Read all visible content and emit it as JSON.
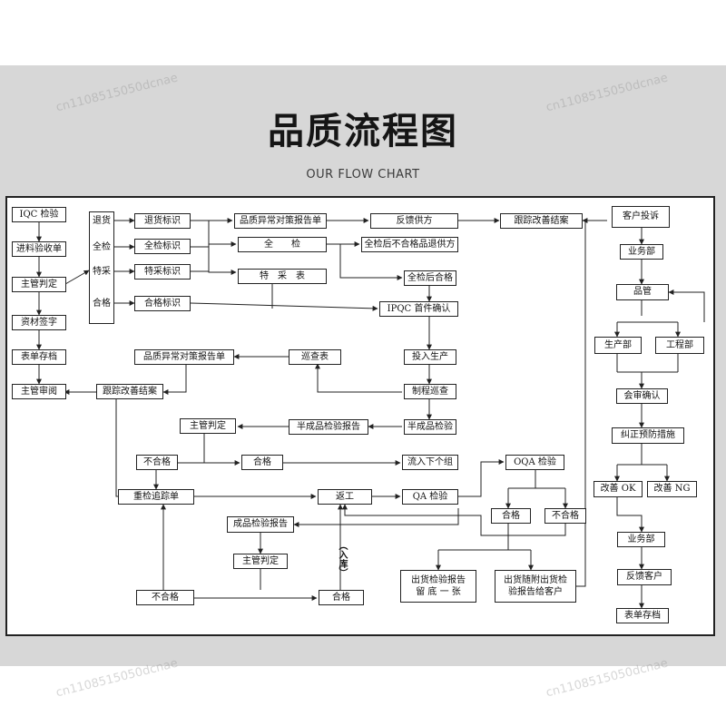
{
  "header": {
    "title": "品质流程图",
    "subtitle": "OUR FLOW CHART"
  },
  "watermark": "cn1108515050dcnae",
  "nodes": {
    "iqc": "IQC 检验",
    "receipt": "进料验收单",
    "supervisor_judge": "主管判定",
    "material_sign": "资材签字",
    "form_archive": "表单存档",
    "supervisor_review": "主管审阅",
    "cat_return": "退货",
    "cat_full": "全检",
    "cat_special": "特采",
    "cat_pass": "合格",
    "label_return": "退货标识",
    "label_full": "全检标识",
    "label_special": "特采标识",
    "label_pass": "合格标识",
    "anomaly_report": "品质异常对策报告单",
    "feedback_supplier": "反馈供方",
    "track_result": "跟踪改善结案",
    "full_inspection": "全　　检",
    "return_nonconforming": "全检后不合格品退供方",
    "special_form": "特　采　表",
    "pass_after_full": "全检后合格",
    "ipqc_first": "IPQC 首件确认",
    "put_production": "投入生产",
    "anomaly_report_2": "品质异常对策报告单",
    "patrol_sheet": "巡查表",
    "track_result_2": "跟踪改善结案",
    "process_patrol": "制程巡查",
    "semi_report": "半成品检验报告",
    "semi_inspection": "半成品检验",
    "supervisor_judge_2": "主管判定",
    "fail_1": "不合格",
    "pass_1": "合格",
    "next_group": "流入下个组",
    "reinspect_track": "重检追踪单",
    "rework": "返工",
    "qa_inspection": "QA 检验",
    "oqa": "OQA 检验",
    "oqa_pass": "合格",
    "oqa_fail": "不合格",
    "finished_report": "成品检验报告",
    "supervisor_judge_3": "主管判定",
    "fail_2": "不合格",
    "pass_2": "合格",
    "storage": "（入库）",
    "ship_report_1": "出货检验报告",
    "ship_report_2": "留 底 一 张",
    "ship_with_1": "出货随附出货检",
    "ship_with_2": "验报告给客户",
    "customer_complaint": "客户投诉",
    "sales_1": "业务部",
    "qc_mgmt": "品管",
    "production_dept": "生产部",
    "engineering_dept": "工程部",
    "joint_review": "会审确认",
    "corrective": "纠正预防措施",
    "improve_ok": "改善 OK",
    "improve_ng": "改善 NG",
    "sales_2": "业务部",
    "feedback_customer": "反馈客户",
    "form_archive_2": "表单存档"
  }
}
